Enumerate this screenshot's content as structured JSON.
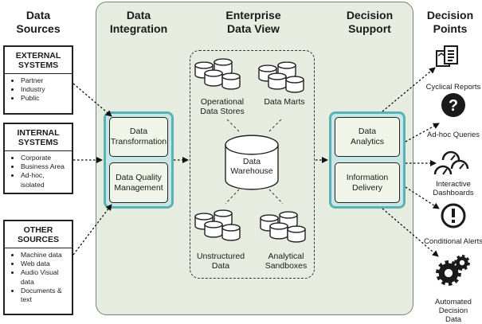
{
  "headers": {
    "sources": "Data\nSources",
    "integration": "Data\nIntegration",
    "enterprise": "Enterprise\nData View",
    "support": "Decision\nSupport",
    "points": "Decision\nPoints"
  },
  "sources": {
    "external": {
      "title": "EXTERNAL\nSYSTEMS",
      "items": [
        "Partner",
        "Industry",
        "Public"
      ]
    },
    "internal": {
      "title": "INTERNAL\nSYSTEMS",
      "items": [
        "Corporate",
        "Business Area",
        "Ad-hoc, isolated"
      ]
    },
    "other": {
      "title": "OTHER\nSOURCES",
      "items": [
        "Machine data",
        "Web data",
        "Audio Visual data",
        "Documents & text"
      ]
    }
  },
  "integration": {
    "transformation": "Data\nTransformation",
    "quality": "Data Quality\nManagement"
  },
  "enterprise": {
    "operational": "Operational\nData Stores",
    "marts": "Data Marts",
    "warehouse": "Data\nWarehouse",
    "unstructured": "Unstructured\nData",
    "sandboxes": "Analytical\nSandboxes"
  },
  "support": {
    "analytics": "Data\nAnalytics",
    "delivery": "Information\nDelivery"
  },
  "decision_points": [
    {
      "label": "Cyclical Reports",
      "icon": "reports-icon"
    },
    {
      "label": "Ad-hoc Queries",
      "icon": "question-icon"
    },
    {
      "label": "Interactive\nDashboards",
      "icon": "dashboard-gauges-icon"
    },
    {
      "label": "Conditional Alerts",
      "icon": "alert-icon"
    },
    {
      "label": "Automated\nDecision Data",
      "icon": "gears-icon"
    }
  ],
  "colors": {
    "panel_fill": "#e6ede0",
    "teal_border": "#5ab3b3",
    "teal_fill": "#c9e6e6",
    "inner_fill": "#f1f5e9"
  }
}
